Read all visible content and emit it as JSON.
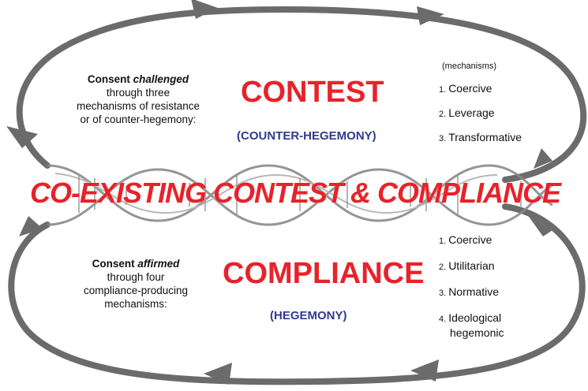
{
  "banner": "CO-EXISTING CONTEST & COMPLIANCE",
  "contest": {
    "title": "CONTEST",
    "subtitle": "(COUNTER-HEGEMONY)",
    "lead_bold": "Consent ",
    "lead_italic": "challenged",
    "lead_rest": [
      "through three",
      "mechanisms of resistance",
      "or of counter-hegemony:"
    ],
    "mechanisms_note": "(mechanisms)",
    "mechanisms": [
      {
        "num": "1.",
        "label": "Coercive"
      },
      {
        "num": "2.",
        "label": "Leverage"
      },
      {
        "num": "3.",
        "label": "Transformative"
      }
    ]
  },
  "compliance": {
    "title": "COMPLIANCE",
    "subtitle": "(HEGEMONY)",
    "lead_bold": "Consent ",
    "lead_italic": "affirmed",
    "lead_rest": [
      "through four",
      "compliance-producing",
      "mechanisms:"
    ],
    "mechanisms": [
      {
        "num": "1.",
        "label": "Coercive"
      },
      {
        "num": "2.",
        "label": "Utilitarian"
      },
      {
        "num": "3.",
        "label": "Normative"
      },
      {
        "num": "4.",
        "label": "Ideological",
        "label2": "hegemonic"
      }
    ]
  },
  "colors": {
    "accent_red": "#e8222a",
    "accent_blue": "#2f3a8f",
    "loop_gray": "#6b6b6b"
  }
}
